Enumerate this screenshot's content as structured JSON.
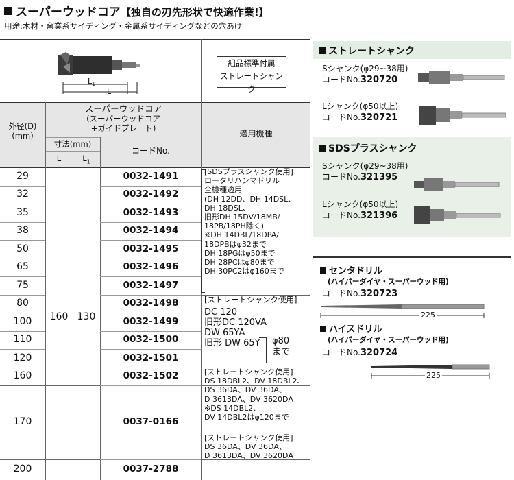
{
  "header": {
    "title": "スーパーウッドコア",
    "subtitle": "【独自の刃先形状で快適作業!】",
    "usage": "用途:木材・窯業系サイディング・金属系サイディングなどの穴あけ"
  },
  "figure": {
    "l1": "L",
    "l1_sub": "1",
    "l": "L"
  },
  "std_accessory": {
    "line1": "組品標準付属",
    "line2": "ストレートシャンク"
  },
  "table": {
    "col_diameter": "外径(D)",
    "col_diameter_unit": "(mm)",
    "col_product": "スーパーウッドコア",
    "col_product_sub1": "(スーパーウッドコア",
    "col_product_sub2": "+ガイドプレート)",
    "col_size": "寸法(mm)",
    "col_L": "L",
    "col_L1": "L",
    "col_L1_sub": "1",
    "col_code": "コードNo.",
    "col_machine": "適用機種",
    "L_value": "160",
    "L1_value": "130",
    "rows": [
      {
        "d": "29",
        "code": "0032-1491"
      },
      {
        "d": "32",
        "code": "0032-1492"
      },
      {
        "d": "35",
        "code": "0032-1493"
      },
      {
        "d": "38",
        "code": "0032-1494"
      },
      {
        "d": "50",
        "code": "0032-1495"
      },
      {
        "d": "65",
        "code": "0032-1496"
      },
      {
        "d": "75",
        "code": "0032-1497"
      },
      {
        "d": "80",
        "code": "0032-1498"
      },
      {
        "d": "100",
        "code": "0032-1499"
      },
      {
        "d": "110",
        "code": "0032-1500"
      },
      {
        "d": "120",
        "code": "0032-1501"
      },
      {
        "d": "160",
        "code": "0032-1502"
      },
      {
        "d": "170",
        "code": "0037-0166"
      },
      {
        "d": "200",
        "code": "0037-2788"
      }
    ],
    "notes": {
      "sds": [
        "[SDSプラスシャンク使用]",
        "ロータリハンマドリル",
        "全機種適用",
        "(DH 12DD、DH 14DSL、",
        "DH 18DSL、",
        "旧形DH 15DV/18MB/",
        "18PB/18PH除く)",
        "※DH 14DBL/18DPA/",
        "18DPBはφ32まで",
        "DH 18PGはφ50まで",
        "DH 28PCはφ80まで",
        "DH 30PC2はφ160まで"
      ],
      "straight1_head": "[ストレートシャンク使用]",
      "straight1": [
        "DC 120",
        "旧形DC 120VA",
        "DW 65YA",
        "旧形 DW 65Y"
      ],
      "straight1_limit": [
        "φ80",
        "まで"
      ],
      "straight2": [
        "[ストレートシャンク使用]",
        "DS 18DBL2、DV 18DBL2、",
        "DS 36DA、DV 36DA、",
        "D 3613DA、DV 3620DA",
        "※DS 14DBL2、",
        "DV 14DBL2はφ120まで"
      ],
      "straight3": [
        "[ストレートシャンク使用]",
        "DS 36DA、DV 36DA、",
        "D 3613DA、DV 3620DA"
      ]
    }
  },
  "straight_shank": {
    "title": "ストレートシャンク",
    "s_label": "Sシャンク(φ29~38用)",
    "s_code_prefix": "コードNo.",
    "s_code": "320720",
    "l_label": "Lシャンク(φ50以上)",
    "l_code_prefix": "コードNo.",
    "l_code": "320721"
  },
  "sds_shank": {
    "title": "SDSプラスシャンク",
    "s_label": "Sシャンク(φ29~38用)",
    "s_code_prefix": "コードNo.",
    "s_code": "321395",
    "l_label": "Lシャンク(φ50以上)",
    "l_code_prefix": "コードNo.",
    "l_code": "321396"
  },
  "center_drill": {
    "title": "センタドリル",
    "sub": "(ハイパーダイヤ・スーパーウッド用)",
    "code_prefix": "コードNo.",
    "code": "320723",
    "length": "225"
  },
  "high_speed_drill": {
    "title": "ハイスドリル",
    "sub": "(ハイパーダイヤ・スーパーウッド用)",
    "code_prefix": "コードNo.",
    "code": "320724",
    "length": "225"
  }
}
